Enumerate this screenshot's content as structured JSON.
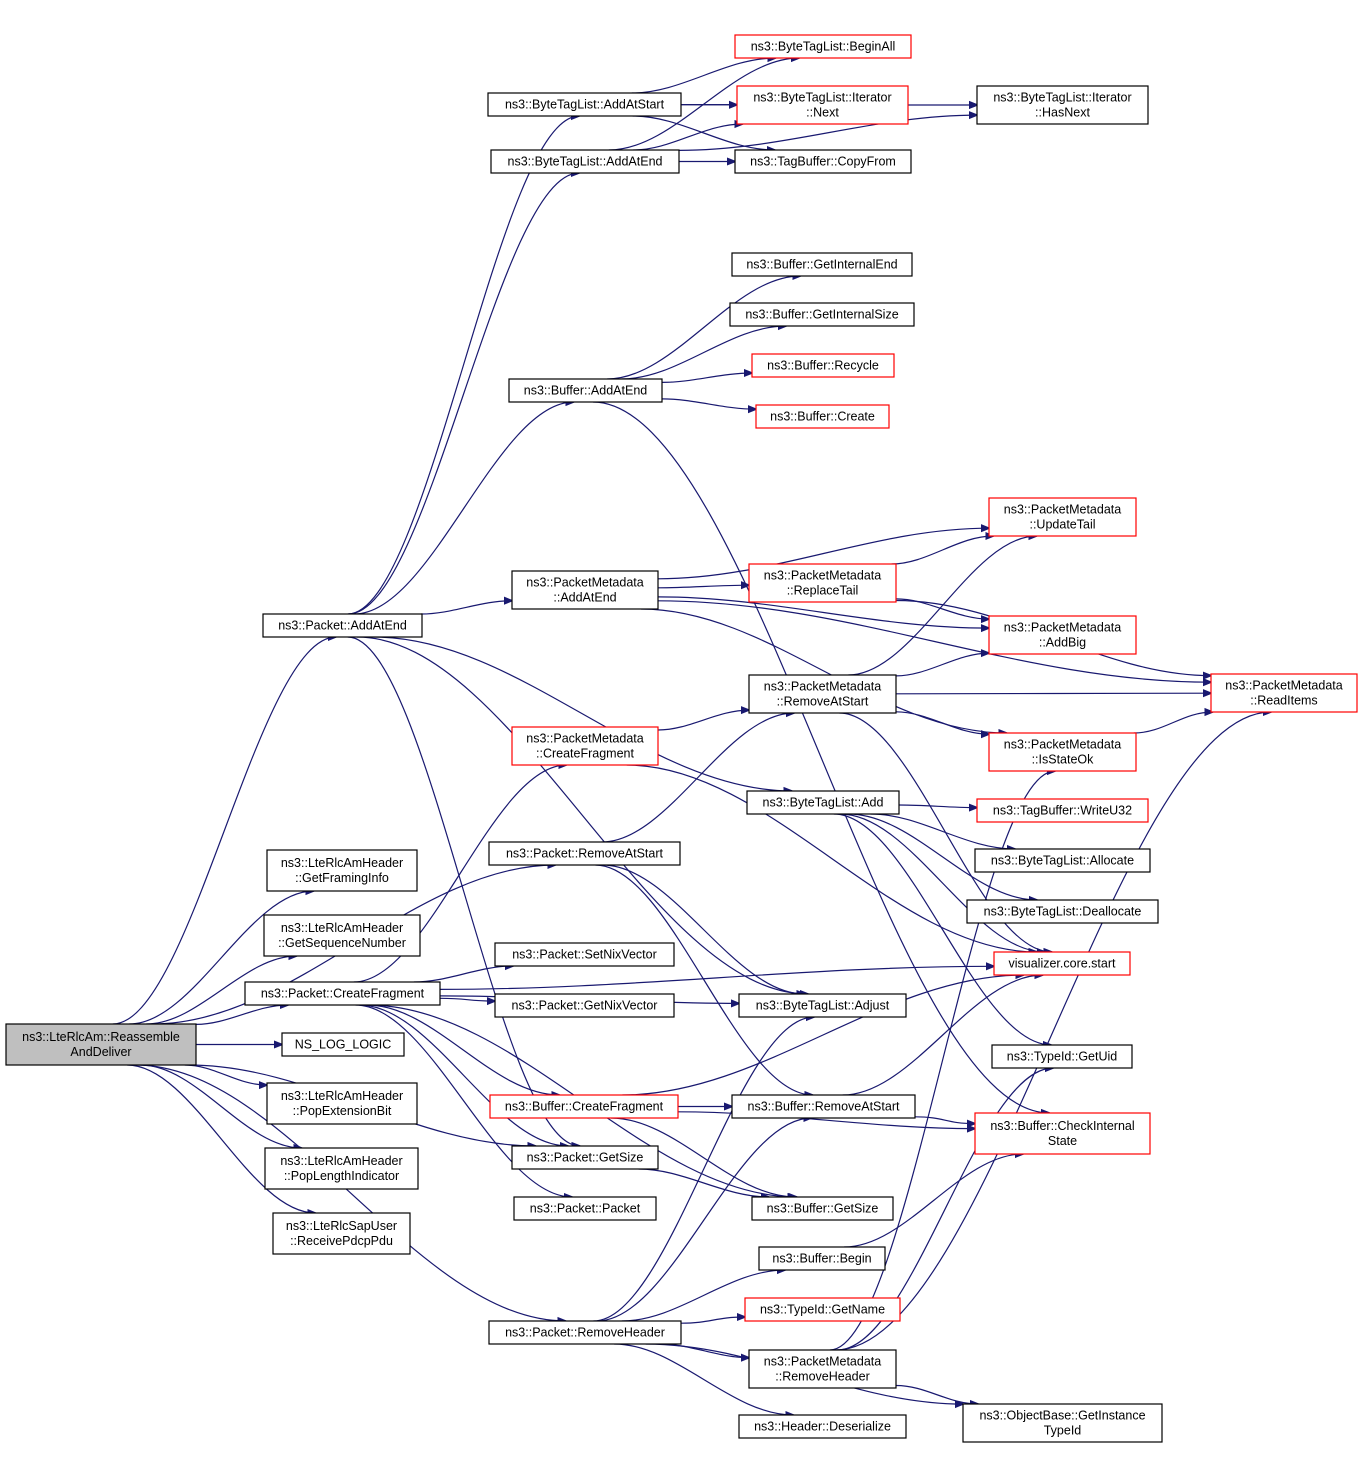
{
  "colors": {
    "edge": "#191970",
    "node_border": "#000000",
    "node_border_truncated": "#ff0000",
    "root_fill": "#bfbfbf"
  },
  "nodes": [
    {
      "id": "root",
      "lines": [
        "ns3::LteRlcAm::Reassemble",
        "AndDeliver"
      ],
      "border": "black",
      "root": true
    },
    {
      "id": "pkt_addatend",
      "lines": [
        "ns3::Packet::AddAtEnd"
      ],
      "border": "black"
    },
    {
      "id": "btl_addatstart",
      "lines": [
        "ns3::ByteTagList::AddAtStart"
      ],
      "border": "black"
    },
    {
      "id": "btl_addatend",
      "lines": [
        "ns3::ByteTagList::AddAtEnd"
      ],
      "border": "black"
    },
    {
      "id": "btl_beginall",
      "lines": [
        "ns3::ByteTagList::BeginAll"
      ],
      "border": "red"
    },
    {
      "id": "btl_iter_next",
      "lines": [
        "ns3::ByteTagList::Iterator",
        "::Next"
      ],
      "border": "red"
    },
    {
      "id": "tb_copyfrom",
      "lines": [
        "ns3::TagBuffer::CopyFrom"
      ],
      "border": "black"
    },
    {
      "id": "btl_iter_hasnext",
      "lines": [
        "ns3::ByteTagList::Iterator",
        "::HasNext"
      ],
      "border": "black"
    },
    {
      "id": "buf_getinternalend",
      "lines": [
        "ns3::Buffer::GetInternalEnd"
      ],
      "border": "black"
    },
    {
      "id": "buf_getinternalsize",
      "lines": [
        "ns3::Buffer::GetInternalSize"
      ],
      "border": "black"
    },
    {
      "id": "buf_recycle",
      "lines": [
        "ns3::Buffer::Recycle"
      ],
      "border": "red"
    },
    {
      "id": "buf_create",
      "lines": [
        "ns3::Buffer::Create"
      ],
      "border": "red"
    },
    {
      "id": "buf_addatend",
      "lines": [
        "ns3::Buffer::AddAtEnd"
      ],
      "border": "black"
    },
    {
      "id": "pm_updatetail",
      "lines": [
        "ns3::PacketMetadata",
        "::UpdateTail"
      ],
      "border": "red"
    },
    {
      "id": "pm_replacetail",
      "lines": [
        "ns3::PacketMetadata",
        "::ReplaceTail"
      ],
      "border": "red"
    },
    {
      "id": "pm_addatend",
      "lines": [
        "ns3::PacketMetadata",
        "::AddAtEnd"
      ],
      "border": "black"
    },
    {
      "id": "pm_addbig",
      "lines": [
        "ns3::PacketMetadata",
        "::AddBig"
      ],
      "border": "red"
    },
    {
      "id": "pm_readitems",
      "lines": [
        "ns3::PacketMetadata",
        "::ReadItems"
      ],
      "border": "red"
    },
    {
      "id": "pm_removeatstart",
      "lines": [
        "ns3::PacketMetadata",
        "::RemoveAtStart"
      ],
      "border": "black"
    },
    {
      "id": "pm_createfragment",
      "lines": [
        "ns3::PacketMetadata",
        "::CreateFragment"
      ],
      "border": "red"
    },
    {
      "id": "pm_isstateok",
      "lines": [
        "ns3::PacketMetadata",
        "::IsStateOk"
      ],
      "border": "red"
    },
    {
      "id": "btl_add",
      "lines": [
        "ns3::ByteTagList::Add"
      ],
      "border": "black"
    },
    {
      "id": "tb_writeu32",
      "lines": [
        "ns3::TagBuffer::WriteU32"
      ],
      "border": "red"
    },
    {
      "id": "btl_allocate",
      "lines": [
        "ns3::ByteTagList::Allocate"
      ],
      "border": "black"
    },
    {
      "id": "btl_deallocate",
      "lines": [
        "ns3::ByteTagList::Deallocate"
      ],
      "border": "black"
    },
    {
      "id": "pkt_removeatstart",
      "lines": [
        "ns3::Packet::RemoveAtStart"
      ],
      "border": "black"
    },
    {
      "id": "hdr_getframinginfo",
      "lines": [
        "ns3::LteRlcAmHeader",
        "::GetFramingInfo"
      ],
      "border": "black"
    },
    {
      "id": "hdr_getseqnum",
      "lines": [
        "ns3::LteRlcAmHeader",
        "::GetSequenceNumber"
      ],
      "border": "black"
    },
    {
      "id": "pkt_createfragment",
      "lines": [
        "ns3::Packet::CreateFragment"
      ],
      "border": "black"
    },
    {
      "id": "pkt_setnixvector",
      "lines": [
        "ns3::Packet::SetNixVector"
      ],
      "border": "black"
    },
    {
      "id": "pkt_getnixvector",
      "lines": [
        "ns3::Packet::GetNixVector"
      ],
      "border": "black"
    },
    {
      "id": "vis_core_start",
      "lines": [
        "visualizer.core.start"
      ],
      "border": "red"
    },
    {
      "id": "btl_adjust",
      "lines": [
        "ns3::ByteTagList::Adjust"
      ],
      "border": "black"
    },
    {
      "id": "ns_log_logic",
      "lines": [
        "NS_LOG_LOGIC"
      ],
      "border": "black"
    },
    {
      "id": "typeid_getuid",
      "lines": [
        "ns3::TypeId::GetUid"
      ],
      "border": "black"
    },
    {
      "id": "hdr_popextbit",
      "lines": [
        "ns3::LteRlcAmHeader",
        "::PopExtensionBit"
      ],
      "border": "black"
    },
    {
      "id": "buf_createfragment",
      "lines": [
        "ns3::Buffer::CreateFragment"
      ],
      "border": "red"
    },
    {
      "id": "buf_removeatstart",
      "lines": [
        "ns3::Buffer::RemoveAtStart"
      ],
      "border": "black"
    },
    {
      "id": "buf_checkinternalstate",
      "lines": [
        "ns3::Buffer::CheckInternal",
        "State"
      ],
      "border": "red"
    },
    {
      "id": "hdr_poplenind",
      "lines": [
        "ns3::LteRlcAmHeader",
        "::PopLengthIndicator"
      ],
      "border": "black"
    },
    {
      "id": "pkt_getsize",
      "lines": [
        "ns3::Packet::GetSize"
      ],
      "border": "black"
    },
    {
      "id": "pkt_packet",
      "lines": [
        "ns3::Packet::Packet"
      ],
      "border": "black"
    },
    {
      "id": "buf_getsize",
      "lines": [
        "ns3::Buffer::GetSize"
      ],
      "border": "black"
    },
    {
      "id": "sap_receivepdcppdu",
      "lines": [
        "ns3::LteRlcSapUser",
        "::ReceivePdcpPdu"
      ],
      "border": "black"
    },
    {
      "id": "buf_begin",
      "lines": [
        "ns3::Buffer::Begin"
      ],
      "border": "black"
    },
    {
      "id": "typeid_getname",
      "lines": [
        "ns3::TypeId::GetName"
      ],
      "border": "red"
    },
    {
      "id": "pkt_removeheader",
      "lines": [
        "ns3::Packet::RemoveHeader"
      ],
      "border": "black"
    },
    {
      "id": "pm_removeheader",
      "lines": [
        "ns3::PacketMetadata",
        "::RemoveHeader"
      ],
      "border": "black"
    },
    {
      "id": "header_deserialize",
      "lines": [
        "ns3::Header::Deserialize"
      ],
      "border": "black"
    },
    {
      "id": "ob_getinstancetypeid",
      "lines": [
        "ns3::ObjectBase::GetInstance",
        "TypeId"
      ],
      "border": "black"
    }
  ],
  "edges": [
    [
      "root",
      "pkt_addatend"
    ],
    [
      "root",
      "pkt_removeatstart"
    ],
    [
      "root",
      "hdr_getframinginfo"
    ],
    [
      "root",
      "hdr_getseqnum"
    ],
    [
      "root",
      "pkt_createfragment"
    ],
    [
      "root",
      "ns_log_logic"
    ],
    [
      "root",
      "hdr_popextbit"
    ],
    [
      "root",
      "hdr_poplenind"
    ],
    [
      "root",
      "sap_receivepdcppdu"
    ],
    [
      "root",
      "pkt_getsize"
    ],
    [
      "root",
      "pkt_removeheader"
    ],
    [
      "pkt_addatend",
      "btl_addatstart"
    ],
    [
      "pkt_addatend",
      "btl_addatend"
    ],
    [
      "pkt_addatend",
      "buf_addatend"
    ],
    [
      "pkt_addatend",
      "pm_addatend"
    ],
    [
      "pkt_addatend",
      "btl_add"
    ],
    [
      "pkt_addatend",
      "btl_adjust"
    ],
    [
      "pkt_addatend",
      "pkt_getsize"
    ],
    [
      "btl_addatstart",
      "btl_beginall"
    ],
    [
      "btl_addatstart",
      "btl_iter_next"
    ],
    [
      "btl_addatstart",
      "tb_copyfrom"
    ],
    [
      "btl_addatstart",
      "btl_iter_hasnext"
    ],
    [
      "btl_addatend",
      "btl_beginall"
    ],
    [
      "btl_addatend",
      "btl_iter_next"
    ],
    [
      "btl_addatend",
      "tb_copyfrom"
    ],
    [
      "btl_addatend",
      "btl_iter_hasnext"
    ],
    [
      "btl_iter_next",
      "btl_iter_hasnext"
    ],
    [
      "buf_addatend",
      "buf_getinternalend"
    ],
    [
      "buf_addatend",
      "buf_getinternalsize"
    ],
    [
      "buf_addatend",
      "buf_recycle"
    ],
    [
      "buf_addatend",
      "buf_create"
    ],
    [
      "buf_addatend",
      "buf_checkinternalstate"
    ],
    [
      "pm_addatend",
      "pm_updatetail"
    ],
    [
      "pm_addatend",
      "pm_replacetail"
    ],
    [
      "pm_addatend",
      "pm_addbig"
    ],
    [
      "pm_addatend",
      "pm_readitems"
    ],
    [
      "pm_addatend",
      "pm_isstateok"
    ],
    [
      "pm_replacetail",
      "pm_updatetail"
    ],
    [
      "pm_replacetail",
      "pm_addbig"
    ],
    [
      "pm_replacetail",
      "pm_readitems"
    ],
    [
      "pm_removeatstart",
      "pm_updatetail"
    ],
    [
      "pm_removeatstart",
      "pm_addbig"
    ],
    [
      "pm_removeatstart",
      "pm_readitems"
    ],
    [
      "pm_removeatstart",
      "pm_isstateok"
    ],
    [
      "pm_removeatstart",
      "vis_core_start"
    ],
    [
      "pm_isstateok",
      "pm_readitems"
    ],
    [
      "pm_createfragment",
      "pm_removeatstart"
    ],
    [
      "pm_createfragment",
      "vis_core_start"
    ],
    [
      "btl_add",
      "tb_writeu32"
    ],
    [
      "btl_add",
      "btl_allocate"
    ],
    [
      "btl_add",
      "btl_deallocate"
    ],
    [
      "btl_add",
      "vis_core_start"
    ],
    [
      "btl_add",
      "typeid_getuid"
    ],
    [
      "pkt_removeatstart",
      "pm_removeatstart"
    ],
    [
      "pkt_removeatstart",
      "btl_adjust"
    ],
    [
      "pkt_removeatstart",
      "buf_removeatstart"
    ],
    [
      "pkt_createfragment",
      "pm_createfragment"
    ],
    [
      "pkt_createfragment",
      "pkt_setnixvector"
    ],
    [
      "pkt_createfragment",
      "pkt_getnixvector"
    ],
    [
      "pkt_createfragment",
      "vis_core_start"
    ],
    [
      "pkt_createfragment",
      "btl_adjust"
    ],
    [
      "pkt_createfragment",
      "buf_createfragment"
    ],
    [
      "pkt_createfragment",
      "pkt_getsize"
    ],
    [
      "pkt_createfragment",
      "pkt_packet"
    ],
    [
      "pkt_createfragment",
      "buf_getsize"
    ],
    [
      "buf_createfragment",
      "buf_removeatstart"
    ],
    [
      "buf_createfragment",
      "buf_checkinternalstate"
    ],
    [
      "buf_createfragment",
      "vis_core_start"
    ],
    [
      "buf_createfragment",
      "buf_getsize"
    ],
    [
      "buf_removeatstart",
      "buf_checkinternalstate"
    ],
    [
      "buf_removeatstart",
      "vis_core_start"
    ],
    [
      "pkt_getsize",
      "buf_getsize"
    ],
    [
      "buf_begin",
      "buf_checkinternalstate"
    ],
    [
      "pkt_removeheader",
      "buf_begin"
    ],
    [
      "pkt_removeheader",
      "typeid_getname"
    ],
    [
      "pkt_removeheader",
      "pm_removeheader"
    ],
    [
      "pkt_removeheader",
      "header_deserialize"
    ],
    [
      "pkt_removeheader",
      "ob_getinstancetypeid"
    ],
    [
      "pkt_removeheader",
      "buf_removeatstart"
    ],
    [
      "pkt_removeheader",
      "btl_adjust"
    ],
    [
      "pm_removeheader",
      "ob_getinstancetypeid"
    ],
    [
      "pm_removeheader",
      "pm_readitems"
    ],
    [
      "pm_removeheader",
      "typeid_getuid"
    ],
    [
      "pm_removeheader",
      "pm_isstateok"
    ]
  ]
}
